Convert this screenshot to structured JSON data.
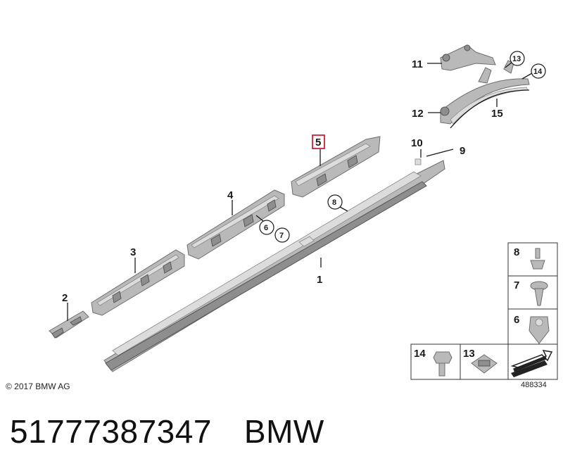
{
  "diagram": {
    "callouts": {
      "c1": "1",
      "c2": "2",
      "c3": "3",
      "c4": "4",
      "c5": "5",
      "c6": "6",
      "c7": "7",
      "c8": "8",
      "c9": "9",
      "c10": "10",
      "c11": "11",
      "c12": "12",
      "c13": "13",
      "c14": "14",
      "c15": "15"
    },
    "legend": {
      "l8": "8",
      "l7": "7",
      "l6": "6",
      "l14": "14",
      "l13": "13"
    },
    "highlight_color": "#d0021b",
    "copyright": "© 2017 BMW AG",
    "drawing_number": "488334"
  },
  "caption": {
    "part_number": "51777387347",
    "brand": "BMW"
  }
}
